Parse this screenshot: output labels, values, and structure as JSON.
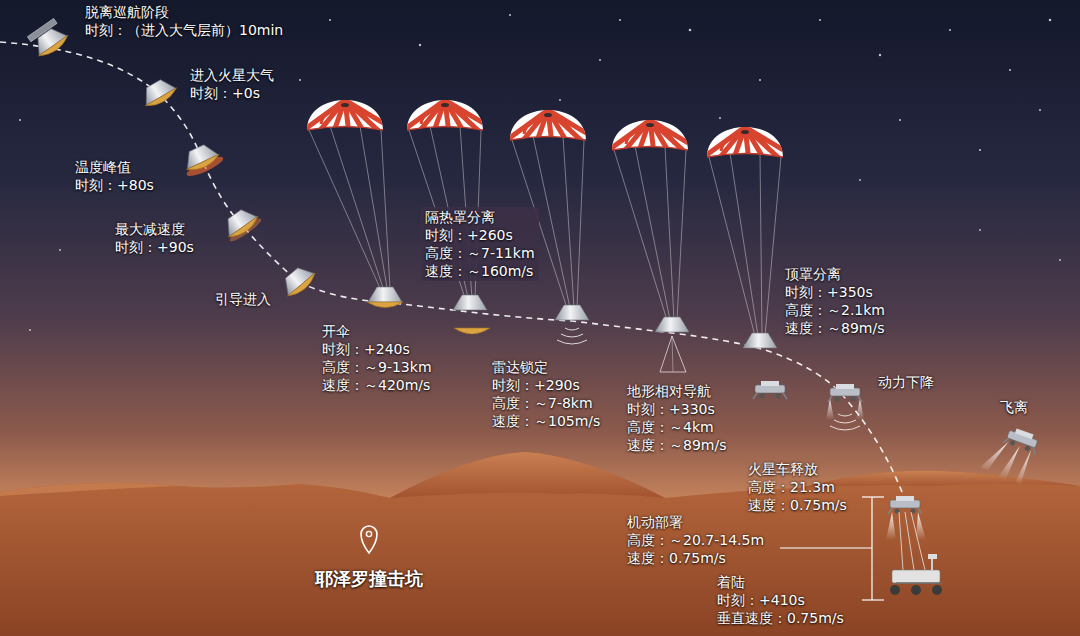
{
  "diagram": {
    "labels": [
      "脱离巡航阶段",
      "时刻：（进入大气层前）10min",
      "进入火星大气",
      "时刻：+0s",
      "温度峰值",
      "时刻：+80s",
      "最大减速度",
      "时刻：+90s",
      "引导进入",
      "开伞",
      "时刻：+240s",
      "高度：～9-13km",
      "速度：～420m/s",
      "隔热罩分离",
      "时刻：+260s",
      "高度：～7-11km",
      "速度：～160m/s",
      "雷达锁定",
      "时刻：+290s",
      "高度：～7-8km",
      "速度：～105m/s",
      "地形相对导航",
      "时刻：+330s",
      "高度：～4km",
      "速度：～89m/s",
      "顶罩分离",
      "时刻：+350s",
      "高度：～2.1km",
      "速度：～89m/s",
      "动力下降",
      "飞离",
      "火星车释放",
      "高度：21.3m",
      "速度：0.75m/s",
      "机动部署",
      "高度：～20.7-14.5m",
      "速度：0.75m/s",
      "着陆",
      "时刻：+410s",
      "垂直速度：0.75m/s",
      "耶泽罗撞击坑"
    ]
  }
}
